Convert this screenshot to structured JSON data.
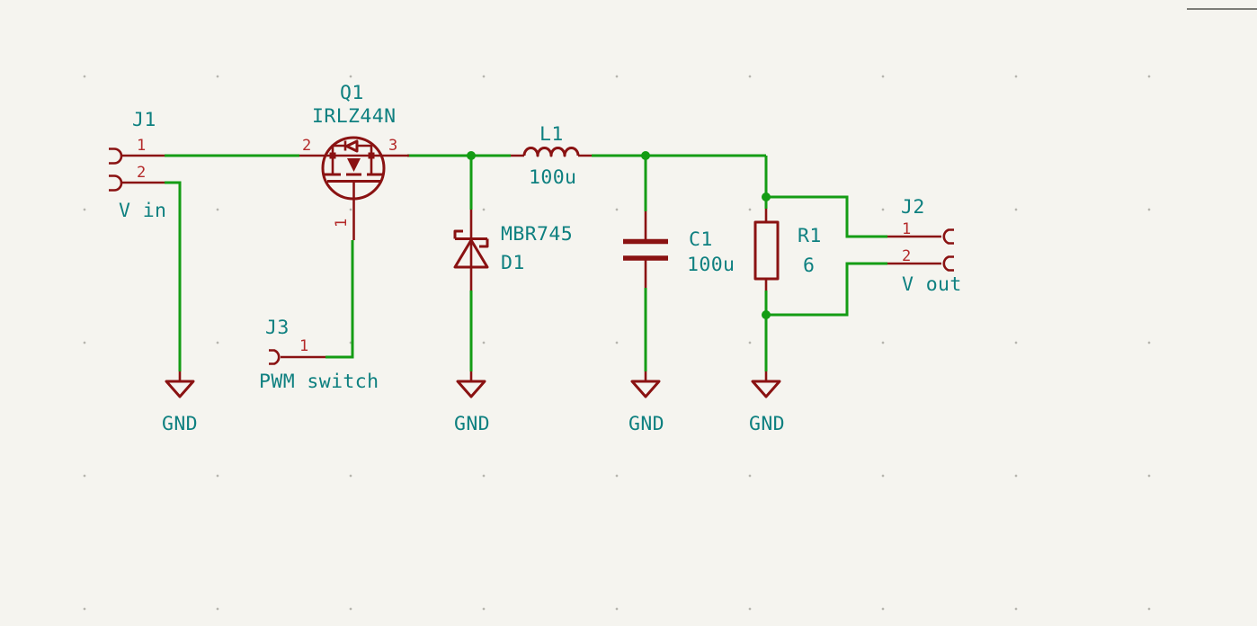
{
  "schematic": {
    "colors": {
      "background": "#F5F4EF",
      "wire_green": "#149C14",
      "symbol_dark_red": "#8A1212",
      "pin_number_red": "#B42A2A",
      "field_text_teal": "#0E8080",
      "grid_dot_gray": "#B6B5AE",
      "sheet_border_gray": "#7D7D78"
    },
    "components": {
      "j1": {
        "reference": "J1",
        "net_label": "V in",
        "pin_numbers": [
          "1",
          "2"
        ]
      },
      "q1": {
        "reference": "Q1",
        "value": "IRLZ44N",
        "pin_numbers": [
          "2",
          "3",
          "1"
        ]
      },
      "j3": {
        "reference": "J3",
        "net_label": "PWM switch",
        "pin_numbers": [
          "1"
        ]
      },
      "l1": {
        "reference": "L1",
        "value": "100u"
      },
      "d1": {
        "reference": "D1",
        "value": "MBR745"
      },
      "c1": {
        "reference": "C1",
        "value": "100u"
      },
      "r1": {
        "reference": "R1",
        "value": "6"
      },
      "j2": {
        "reference": "J2",
        "net_label": "V out",
        "pin_numbers": [
          "1",
          "2"
        ]
      }
    },
    "power_symbols": {
      "gnd_label": "GND"
    }
  }
}
